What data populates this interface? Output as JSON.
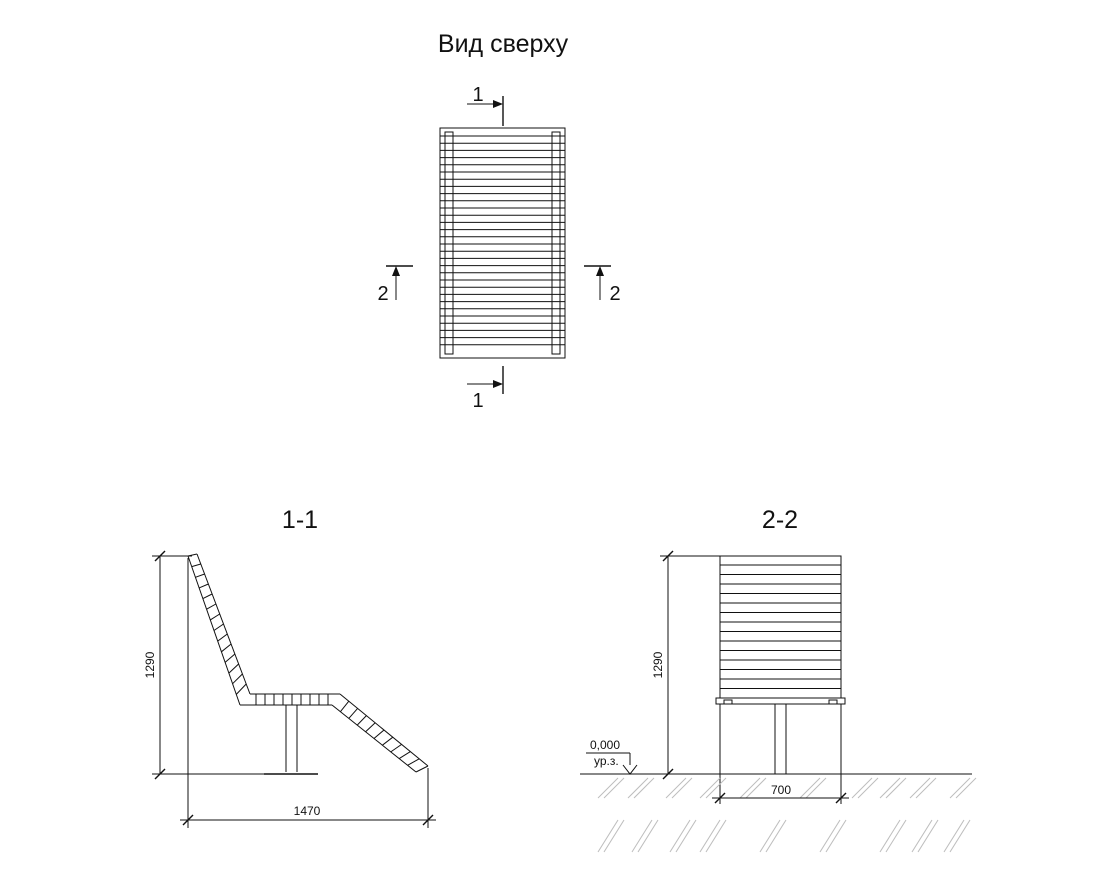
{
  "top_view": {
    "title": "Вид сверху",
    "cut_1_top": "1",
    "cut_1_bottom": "1",
    "cut_2_left": "2",
    "cut_2_right": "2"
  },
  "section_1": {
    "title": "1-1",
    "dim_height": "1290",
    "dim_length": "1470"
  },
  "section_2": {
    "title": "2-2",
    "dim_height": "1290",
    "dim_width": "700",
    "level_value": "0,000",
    "level_label": "ур.з."
  }
}
